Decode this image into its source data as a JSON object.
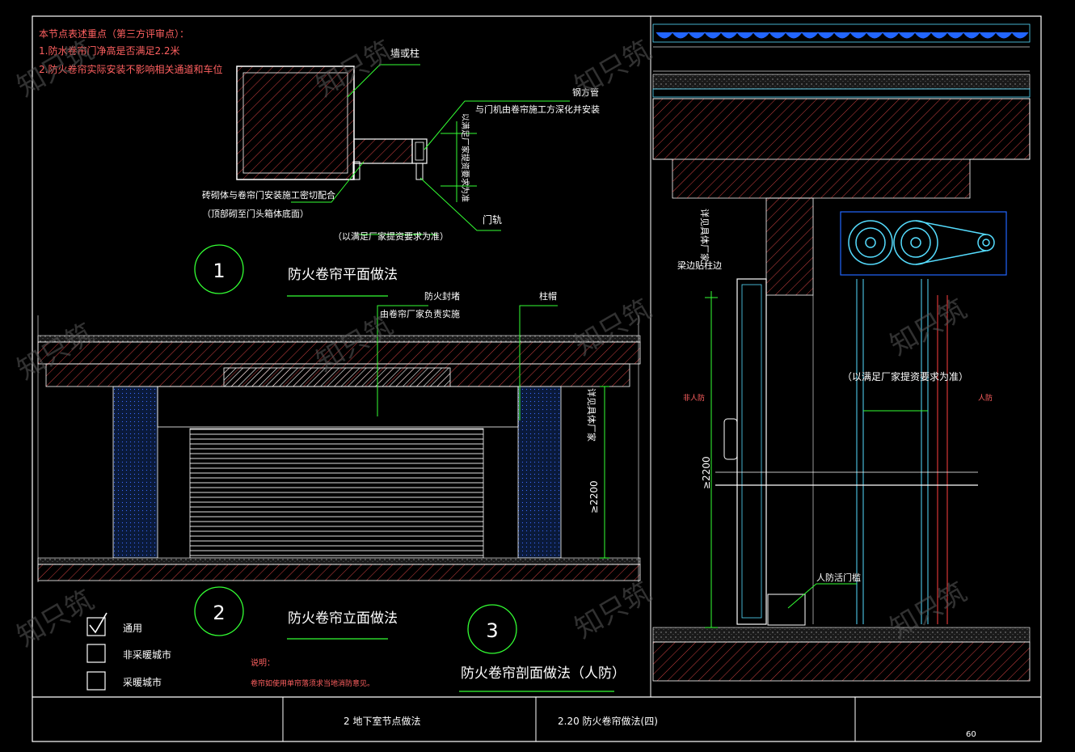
{
  "colors": {
    "background": "#000000",
    "frame": "#ffffff",
    "line_green": "#33ff33",
    "hatch": "#ff5050",
    "note_red": "#ff6060",
    "cyan": "#55ddff",
    "blue": "#2266ff",
    "text_white": "#ffffff",
    "grey": "#cfcfcf",
    "watermark": "#5a5a5a"
  },
  "notes": {
    "title": "本节点表述重点（第三方评审点）：",
    "item1": "1.防水卷帘门净高是否满足2.2米",
    "item2": "2.防火卷帘实际安装不影响相关通道和车位"
  },
  "plan": {
    "number": "1",
    "title": "防火卷帘平面做法",
    "label_wall": "墙或柱",
    "label_steel": "钢方管",
    "label_steel_note": "与门机由卷帘施工方深化并安装",
    "label_vertical": "以满足厂家提资要求为准",
    "label_masonry": "砖砌体与卷帘门安装施工密切配合",
    "label_masonry_note": "（顶部砌至门头箱体底面）",
    "label_rail": "门轨",
    "label_mfr": "（以满足厂家提资要求为准）"
  },
  "elevation": {
    "number": "2",
    "title": "防火卷帘立面做法",
    "label_seal": "防火封堵",
    "label_seal_note": "由卷帘厂家负责实施",
    "label_cap": "柱帽",
    "dim_height": "≥2200",
    "label_side": "详见具体厂家"
  },
  "section": {
    "number": "3",
    "title": "防火卷帘剖面做法（人防）",
    "label_beam": "梁边贴柱边",
    "label_vendor": "详见具体厂家",
    "label_mfr": "（以满足厂家提资要求为准）",
    "label_nonprotect": "非人防",
    "label_protect": "人防",
    "dim_height": "≥2200",
    "label_sill": "人防活门槛"
  },
  "legend": {
    "items": [
      {
        "label": "通用",
        "checked": true
      },
      {
        "label": "非采暖城市",
        "checked": false
      },
      {
        "label": "采暖城市",
        "checked": false
      }
    ],
    "explain_title": "说明：",
    "explain_text": "卷帘如使用单帘落须求当地消防意见。"
  },
  "titleblock": {
    "chapter": "2  地下室节点做法",
    "sheet": "2.20  防火卷帘做法(四)",
    "page": "60"
  },
  "watermark": "知只筑"
}
